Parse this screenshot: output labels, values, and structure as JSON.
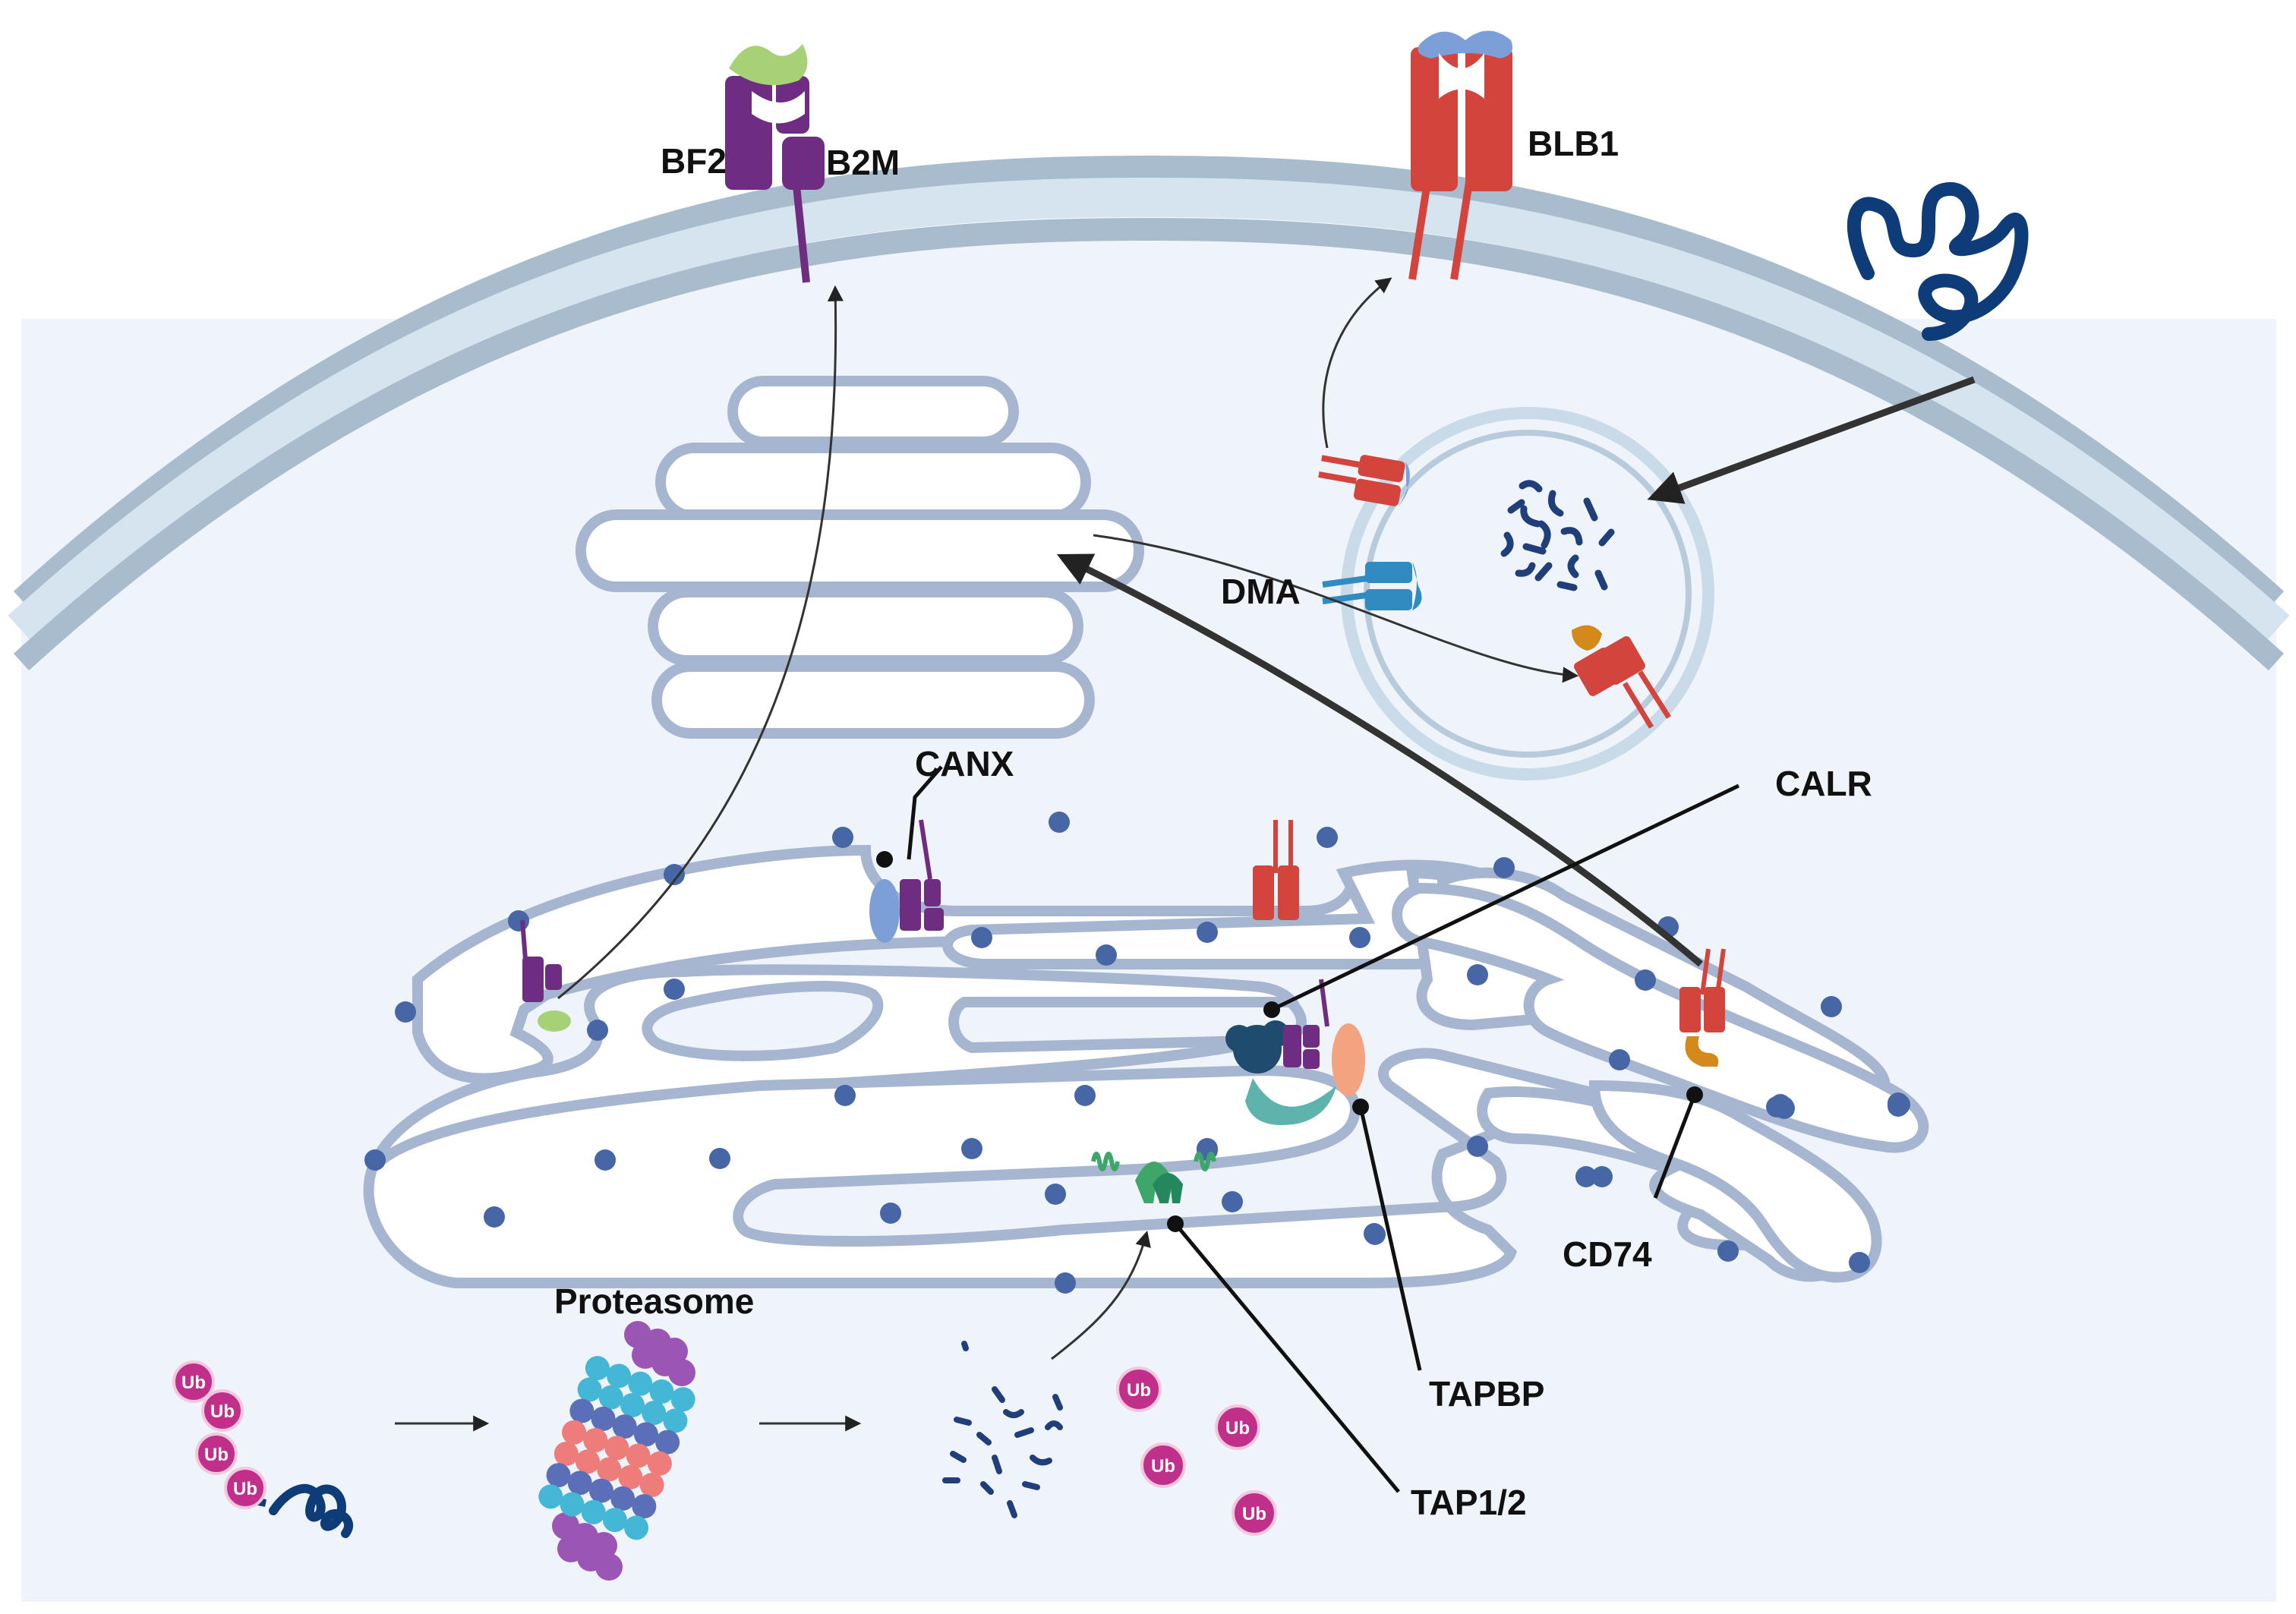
{
  "labels": {
    "bf2": "BF2",
    "b2m": "B2M",
    "blb1": "BLB1",
    "dma": "DMA",
    "canx": "CANX",
    "calr": "CALR",
    "cd74": "CD74",
    "tapbp": "TAPBP",
    "tap12": "TAP1/2",
    "proteasome": "Proteasome"
  },
  "ubiquitin": {
    "tag": "Ub"
  },
  "colors": {
    "membrane": "#a9bccd",
    "membrane_light": "#d6e4ef",
    "cytoplasm": "#eef4fa",
    "er_fill": "#ffffff",
    "er_stroke": "#a7b6d0",
    "ribosome": "#4766a6",
    "mhc1": "#6f2d82",
    "mhc2": "#d2443c",
    "peptide_green": "#a6d177",
    "peptide_blue": "#7b9fd6",
    "cd74": "#d48a1b",
    "ubiquitin": "#c0308a",
    "pathogen": "#0e3c78",
    "tap": "#3fa66a",
    "tapbp": "#f3a37d",
    "calr": "#1f4b6e",
    "proteasome_cyan": "#45b7d6",
    "proteasome_pink": "#ee7c7a",
    "proteasome_purple": "#9a55b5",
    "dma": "#2f8bc0"
  }
}
